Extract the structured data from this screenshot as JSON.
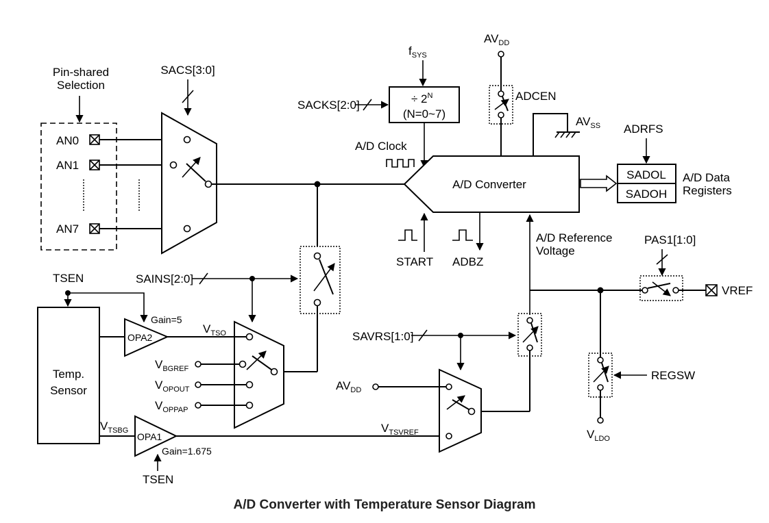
{
  "caption": "A/D Converter with Temperature Sensor Diagram",
  "pins": {
    "pin_shared_line1": "Pin-shared",
    "pin_shared_line2": "Selection",
    "an0": "AN0",
    "an1": "AN1",
    "an7": "AN7",
    "vref": "VREF"
  },
  "controls": {
    "sacs": "SACS[3:0]",
    "sacks": "SACKS[2:0]",
    "sains": "SAINS[2:0]",
    "savrs": "SAVRS[1:0]",
    "pas1": "PAS1[1:0]",
    "regsw": "REGSW",
    "adcen": "ADCEN",
    "adrfs": "ADRFS",
    "tsen_top": "TSEN",
    "tsen_bottom": "TSEN"
  },
  "clock": {
    "fsys_main": "f",
    "fsys_sub": "SYS",
    "divider_main": "÷ 2",
    "divider_exp": "N",
    "divider_range": "(N=0~7)",
    "adclock": "A/D Clock"
  },
  "converter": {
    "label": "A/D Converter",
    "start": "START",
    "adbz": "ADBZ",
    "ref_line1": "A/D Reference",
    "ref_line2": "Voltage"
  },
  "power": {
    "avdd_top_main": "AV",
    "avdd_top_sub": "DD",
    "avss_main": "AV",
    "avss_sub": "SS",
    "avdd_bottom_main": "AV",
    "avdd_bottom_sub": "DD",
    "vldo_main": "V",
    "vldo_sub": "LDO"
  },
  "registers": {
    "sadol": "SADOL",
    "sadoh": "SADOH",
    "label_line1": "A/D Data",
    "label_line2": "Registers"
  },
  "sensor": {
    "line1": "Temp.",
    "line2": "Sensor",
    "opa2": "OPA2",
    "opa1": "OPA1",
    "gain5": "Gain=5",
    "gain1675": "Gain=1.675",
    "vtso_main": "V",
    "vtso_sub": "TSO",
    "vbgref_main": "V",
    "vbgref_sub": "BGREF",
    "vopout_main": "V",
    "vopout_sub": "OPOUT",
    "voppap_main": "V",
    "voppap_sub": "OPPAP",
    "vtsbg_main": "V",
    "vtsbg_sub": "TSBG",
    "vtsvref_main": "V",
    "vtsvref_sub": "TSVREF"
  }
}
